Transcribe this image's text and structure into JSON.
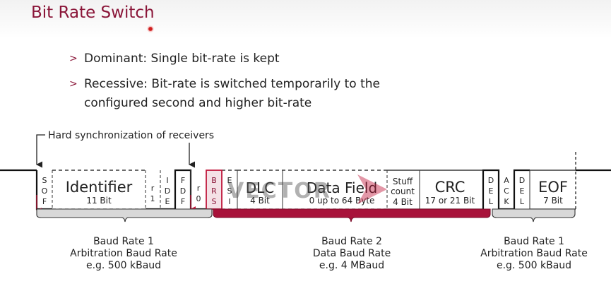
{
  "title": "Bit Rate Switch",
  "bullets": [
    {
      "marker": ">",
      "text": "Dominant: Single bit-rate is kept"
    },
    {
      "marker": ">",
      "text_line1": "Recessive: Bit-rate is switched temporarily to the",
      "text_line2": "configured second and higher bit-rate"
    }
  ],
  "sync_label": "Hard synchronization of receivers",
  "fields": {
    "sof": [
      "S",
      "O",
      "F"
    ],
    "identifier": {
      "name": "Identifier",
      "bits": "11 Bit"
    },
    "r1": [
      "r",
      "1"
    ],
    "ide": [
      "I",
      "D",
      "E"
    ],
    "fdf": [
      "F",
      "D",
      "F"
    ],
    "r0": [
      "r",
      "0"
    ],
    "brs": [
      "B",
      "R",
      "S"
    ],
    "esi": [
      "E",
      "S",
      "I"
    ],
    "dlc": {
      "name": "DLC",
      "bits": "4 Bit"
    },
    "data": {
      "name": "Data Field",
      "bits": "0 up to 64 Byte"
    },
    "stuff": {
      "line1": "Stuff",
      "line2": "count",
      "bits": "4 Bit"
    },
    "crc": {
      "name": "CRC",
      "bits": "17 or 21 Bit"
    },
    "del1": [
      "D",
      "E",
      "L"
    ],
    "ack": [
      "A",
      "C",
      "K"
    ],
    "del2": [
      "D",
      "E",
      "L"
    ],
    "eof": {
      "name": "EOF",
      "bits": "7 Bit"
    }
  },
  "watermark": "VECTOR",
  "baud_groups": [
    {
      "line1": "Baud Rate 1",
      "line2": "Arbitration Baud Rate",
      "line3": "e.g. 500 kBaud"
    },
    {
      "line1": "Baud Rate 2",
      "line2": "Data Baud Rate",
      "line3": "e.g. 4 MBaud"
    },
    {
      "line1": "Baud Rate 1",
      "line2": "Arbitration Baud Rate",
      "line3": "e.g. 500 kBaud"
    }
  ],
  "colors": {
    "accent": "#8a1538",
    "brace_arbitration": "#d8d8d8",
    "brace_data": "#a8123a",
    "brs_fill": "#f4e1e6"
  }
}
